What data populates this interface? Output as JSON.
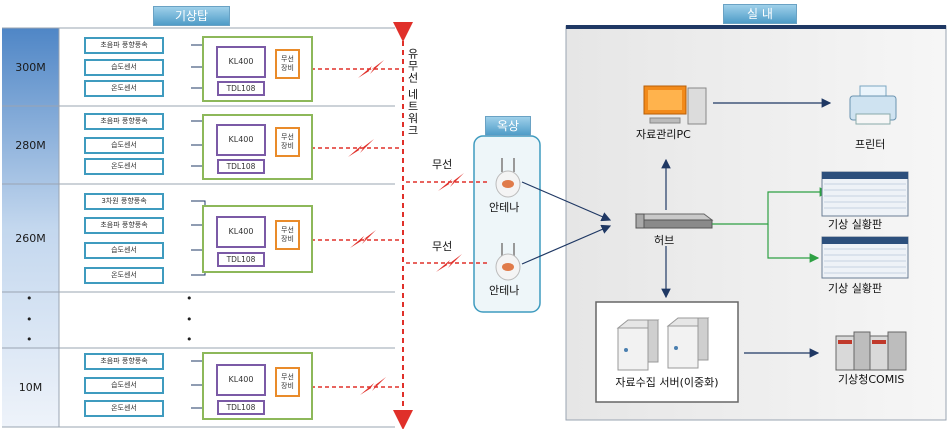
{
  "headers": {
    "tower": "기상탑",
    "rooftop": "옥상",
    "indoor": "실 내"
  },
  "network_label": "유무선 네트워크",
  "heights": [
    "300M",
    "280M",
    "260M",
    "10M"
  ],
  "level_300": {
    "sensors": [
      "초음파 풍향풍속",
      "습도센서",
      "온도센서"
    ],
    "logger": "KL400",
    "tdl": "TDL108",
    "wireless": "무선 장비"
  },
  "level_280": {
    "sensors": [
      "초음파 풍향풍속",
      "습도센서",
      "온도센서"
    ],
    "logger": "KL400",
    "tdl": "TDL108",
    "wireless": "무선 장비"
  },
  "level_260": {
    "sensors": [
      "3차원 풍향풍속",
      "초음파 풍향풍속",
      "습도센서",
      "온도센서"
    ],
    "logger": "KL400",
    "tdl": "TDL108",
    "wireless": "무선 장비"
  },
  "level_10": {
    "sensors": [
      "초음파 풍향풍속",
      "습도센서",
      "온도센서"
    ],
    "logger": "KL400",
    "tdl": "TDL108",
    "wireless": "무선 장비"
  },
  "ellipsis": "•",
  "rooftop": {
    "wireless_1": "무선",
    "wireless_2": "무선",
    "antenna_1": "안테나",
    "antenna_2": "안테나"
  },
  "indoor": {
    "pc": "자료관리PC",
    "printer": "프린터",
    "hub": "허브",
    "board_1": "기상 실황판",
    "board_2": "기상 실황판",
    "server": "자료수집 서버(이중화)",
    "comis": "기상청COMIS"
  },
  "colors": {
    "header": "#5aa7d2",
    "sensor_border": "#3f9bbf",
    "logger_border": "#7b5aa6",
    "wireless_border": "#e98b2a",
    "group_border": "#8db85a",
    "link_red": "#e0302a",
    "arrow_navy": "#1f3864",
    "arrow_green": "#2ea043",
    "height_column": "#4f86c6"
  }
}
